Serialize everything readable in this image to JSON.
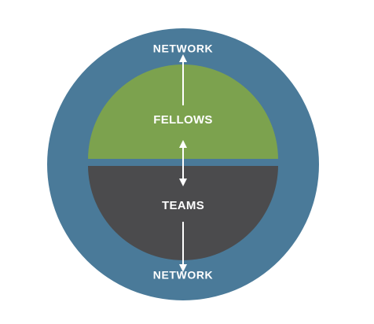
{
  "diagram": {
    "outer_label_top": "NETWORK",
    "outer_label_bottom": "NETWORK",
    "upper_label": "FELLOWS",
    "lower_label": "TEAMS"
  },
  "colors": {
    "outer_ring": "#4a7a99",
    "upper_half": "#7ca24e",
    "lower_half": "#4b4b4d",
    "divider": "#4a7a99",
    "text": "#ffffff",
    "arrow": "#ffffff"
  },
  "icons": [
    "arrow-up-icon",
    "double-arrow-icon",
    "arrow-down-icon"
  ]
}
